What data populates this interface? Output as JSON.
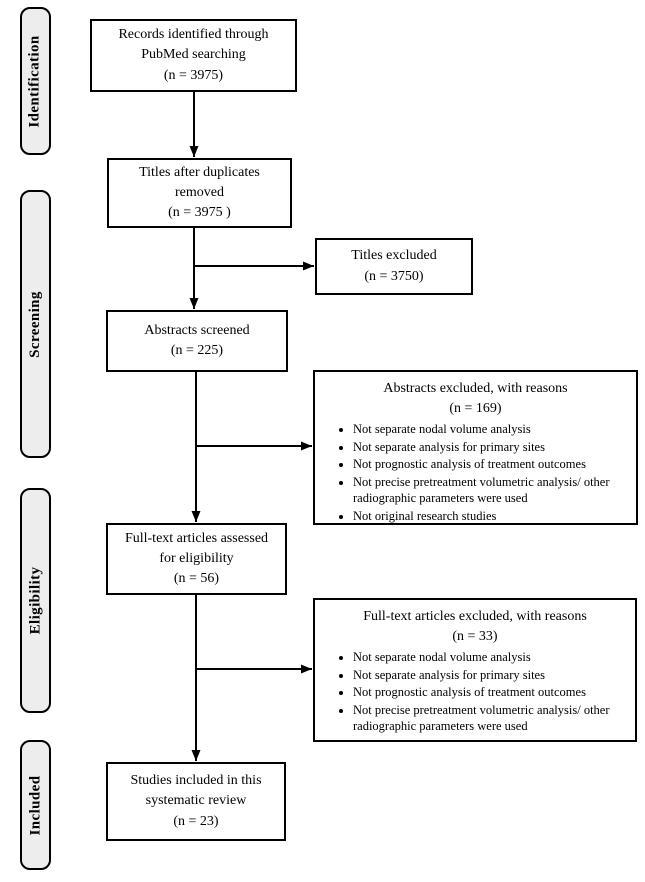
{
  "stages": [
    {
      "label": "Identification"
    },
    {
      "label": "Screening"
    },
    {
      "label": "Eligibility"
    },
    {
      "label": "Included"
    }
  ],
  "boxes": {
    "records": {
      "text": "Records identified through\nPubMed searching\n(n = 3975)"
    },
    "titles_dedup": {
      "text": "Titles after duplicates\nremoved\n(n = 3975 )"
    },
    "abstracts_screened": {
      "text": "Abstracts screened\n(n = 225)"
    },
    "fulltext_assessed": {
      "text": "Full-text articles assessed\nfor eligibility\n(n = 56)"
    },
    "studies_included": {
      "text": "Studies included in this\nsystematic review\n(n = 23)"
    },
    "titles_excluded": {
      "text": "Titles excluded\n(n = 3750)"
    },
    "abstracts_excluded": {
      "title": "Abstracts excluded, with reasons\n(n = 169)",
      "reasons": [
        "Not separate nodal volume analysis",
        "Not separate analysis for primary sites",
        "Not prognostic analysis of treatment outcomes",
        "Not precise pretreatment volumetric analysis/ other radiographic parameters were used",
        "Not original research studies"
      ]
    },
    "fulltext_excluded": {
      "title": "Full-text articles excluded, with reasons\n(n = 33)",
      "reasons": [
        "Not separate nodal volume analysis",
        "Not separate analysis for primary sites",
        "Not prognostic analysis of treatment outcomes",
        "Not precise pretreatment volumetric analysis/ other radiographic parameters were used"
      ]
    }
  },
  "colors": {
    "stage_fill": "#ededed",
    "box_border": "#000000",
    "arrow": "#000000",
    "background": "#ffffff"
  }
}
